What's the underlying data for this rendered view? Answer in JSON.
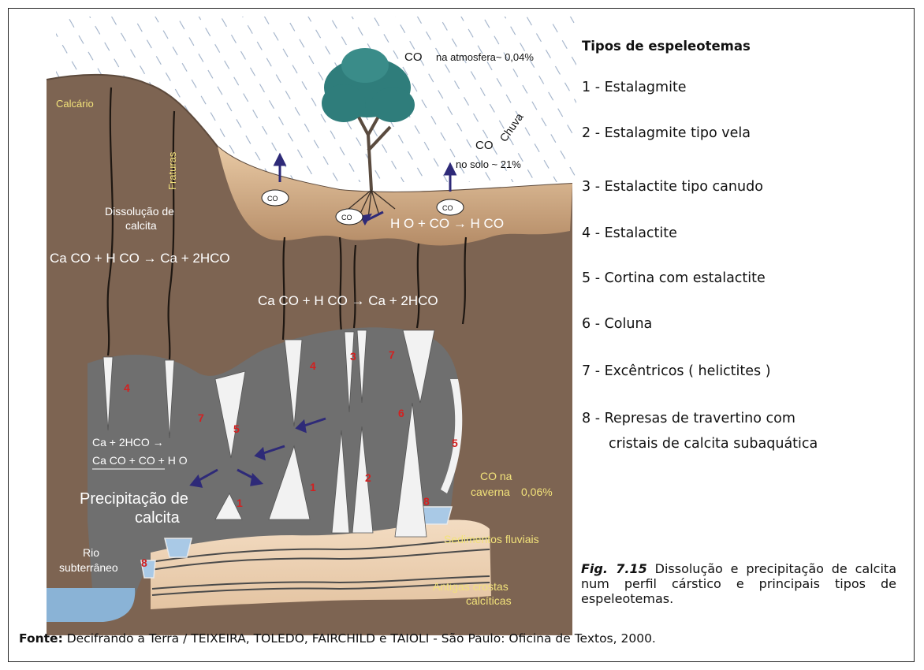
{
  "legend": {
    "title": "Tipos de espeleotemas",
    "items": [
      "1 - Estalagmite",
      "2 - Estalagmite tipo vela",
      "3 - Estalactite tipo canudo",
      "4 - Estalactite",
      "5 - Cortina com estalactite",
      "6 - Coluna",
      "7 - Excêntricos ( helictites )",
      "8 - Represas de travertino com"
    ],
    "item8_cont": "cristais de calcita subaquática"
  },
  "caption": {
    "fig": "Fig. 7.15",
    "text": "Dissolução e precipitação de calcita num perfil cárstico e principais tipos de espeleotemas."
  },
  "source": {
    "label": "Fonte:",
    "text": "Decifrando a Terra / TEIXEIRA, TOLEDO, FAIRCHILD e TAIOLI  - São Paulo: Oficina de Textos, 2000."
  },
  "labels": {
    "co2_atm_main": "CO",
    "co2_atm_rest": "na atmosfera~ 0,04%",
    "chuva": "Chuva",
    "calcario": "Calcário",
    "fraturas": "Fraturas",
    "co2_solo_main": "CO",
    "co2_solo_rest": "no solo ~ 21%",
    "dissolucao_1": "Dissolução de",
    "dissolucao_2": "calcita",
    "eq_soil": "H O + CO  → H CO",
    "eq_left": "Ca CO + H CO → Ca  + 2HCO",
    "eq_mid": "Ca CO + H CO → Ca  + 2HCO",
    "co2_bubble": "CO",
    "precip_eq_1": "Ca + 2HCO →",
    "precip_eq_2": "Ca CO + CO + H O",
    "precipitacao_1": "Precipitação de",
    "precipitacao_2": "calcita",
    "co2_caverna_1": "CO na",
    "co2_caverna_2": "caverna",
    "co2_caverna_pct": "0,06%",
    "rio_1": "Rio",
    "rio_2": "subterrâneo",
    "sedimentos": "Sedimentos fluviais",
    "antigas_1": "Antigas crostas",
    "antigas_2": "calcíticas"
  },
  "markers": [
    "1",
    "2",
    "3",
    "4",
    "5",
    "6",
    "7",
    "8"
  ],
  "colors": {
    "rock": "#7d6452",
    "soil": "#c9a27e",
    "cave": "#6f6f6f",
    "tree": "#2f7d7b",
    "water": "#8ab3d6",
    "arrow": "#2e2a78",
    "marker": "#d32020",
    "label_yellow": "#f2e27a"
  }
}
